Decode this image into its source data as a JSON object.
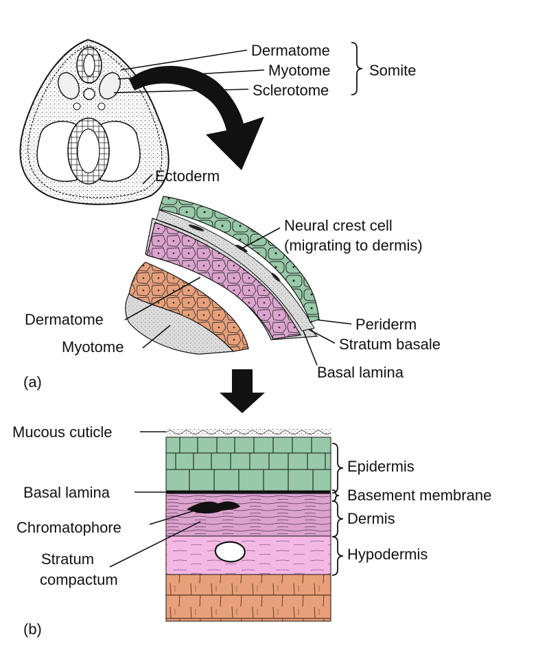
{
  "colors": {
    "epidermis_green": "#98c9a8",
    "dermis_pink": "#dca3cf",
    "hypodermis_pink": "#f4b8e4",
    "muscle_orange": "#e8a07a",
    "stipple_gray": "#cfcfcf",
    "ink": "#111111",
    "background": "#ffffff"
  },
  "panel_a": {
    "embryo": {
      "labels": {
        "dermatome": "Dermatome",
        "myotome": "Myotome",
        "sclerotome": "Sclerotome",
        "somite": "Somite",
        "ectoderm": "Ectoderm"
      }
    },
    "section": {
      "labels": {
        "neural_crest_line1": "Neural crest cell",
        "neural_crest_line2": "(migrating to dermis)",
        "dermatome": "Dermatome",
        "myotome": "Myotome",
        "periderm": "Periderm",
        "stratum_basale": "Stratum basale",
        "basal_lamina": "Basal lamina"
      }
    },
    "panel_letter": "(a)"
  },
  "panel_b": {
    "labels": {
      "mucous_cuticle": "Mucous cuticle",
      "basal_lamina": "Basal lamina",
      "chromatophore": "Chromatophore",
      "stratum_line1": "Stratum",
      "stratum_line2": "compactum",
      "epidermis": "Epidermis",
      "basement_membrane": "Basement membrane",
      "dermis": "Dermis",
      "hypodermis": "Hypodermis"
    },
    "panel_letter": "(b)"
  },
  "arrows": [
    "big-curved-arrow",
    "down-arrow"
  ]
}
